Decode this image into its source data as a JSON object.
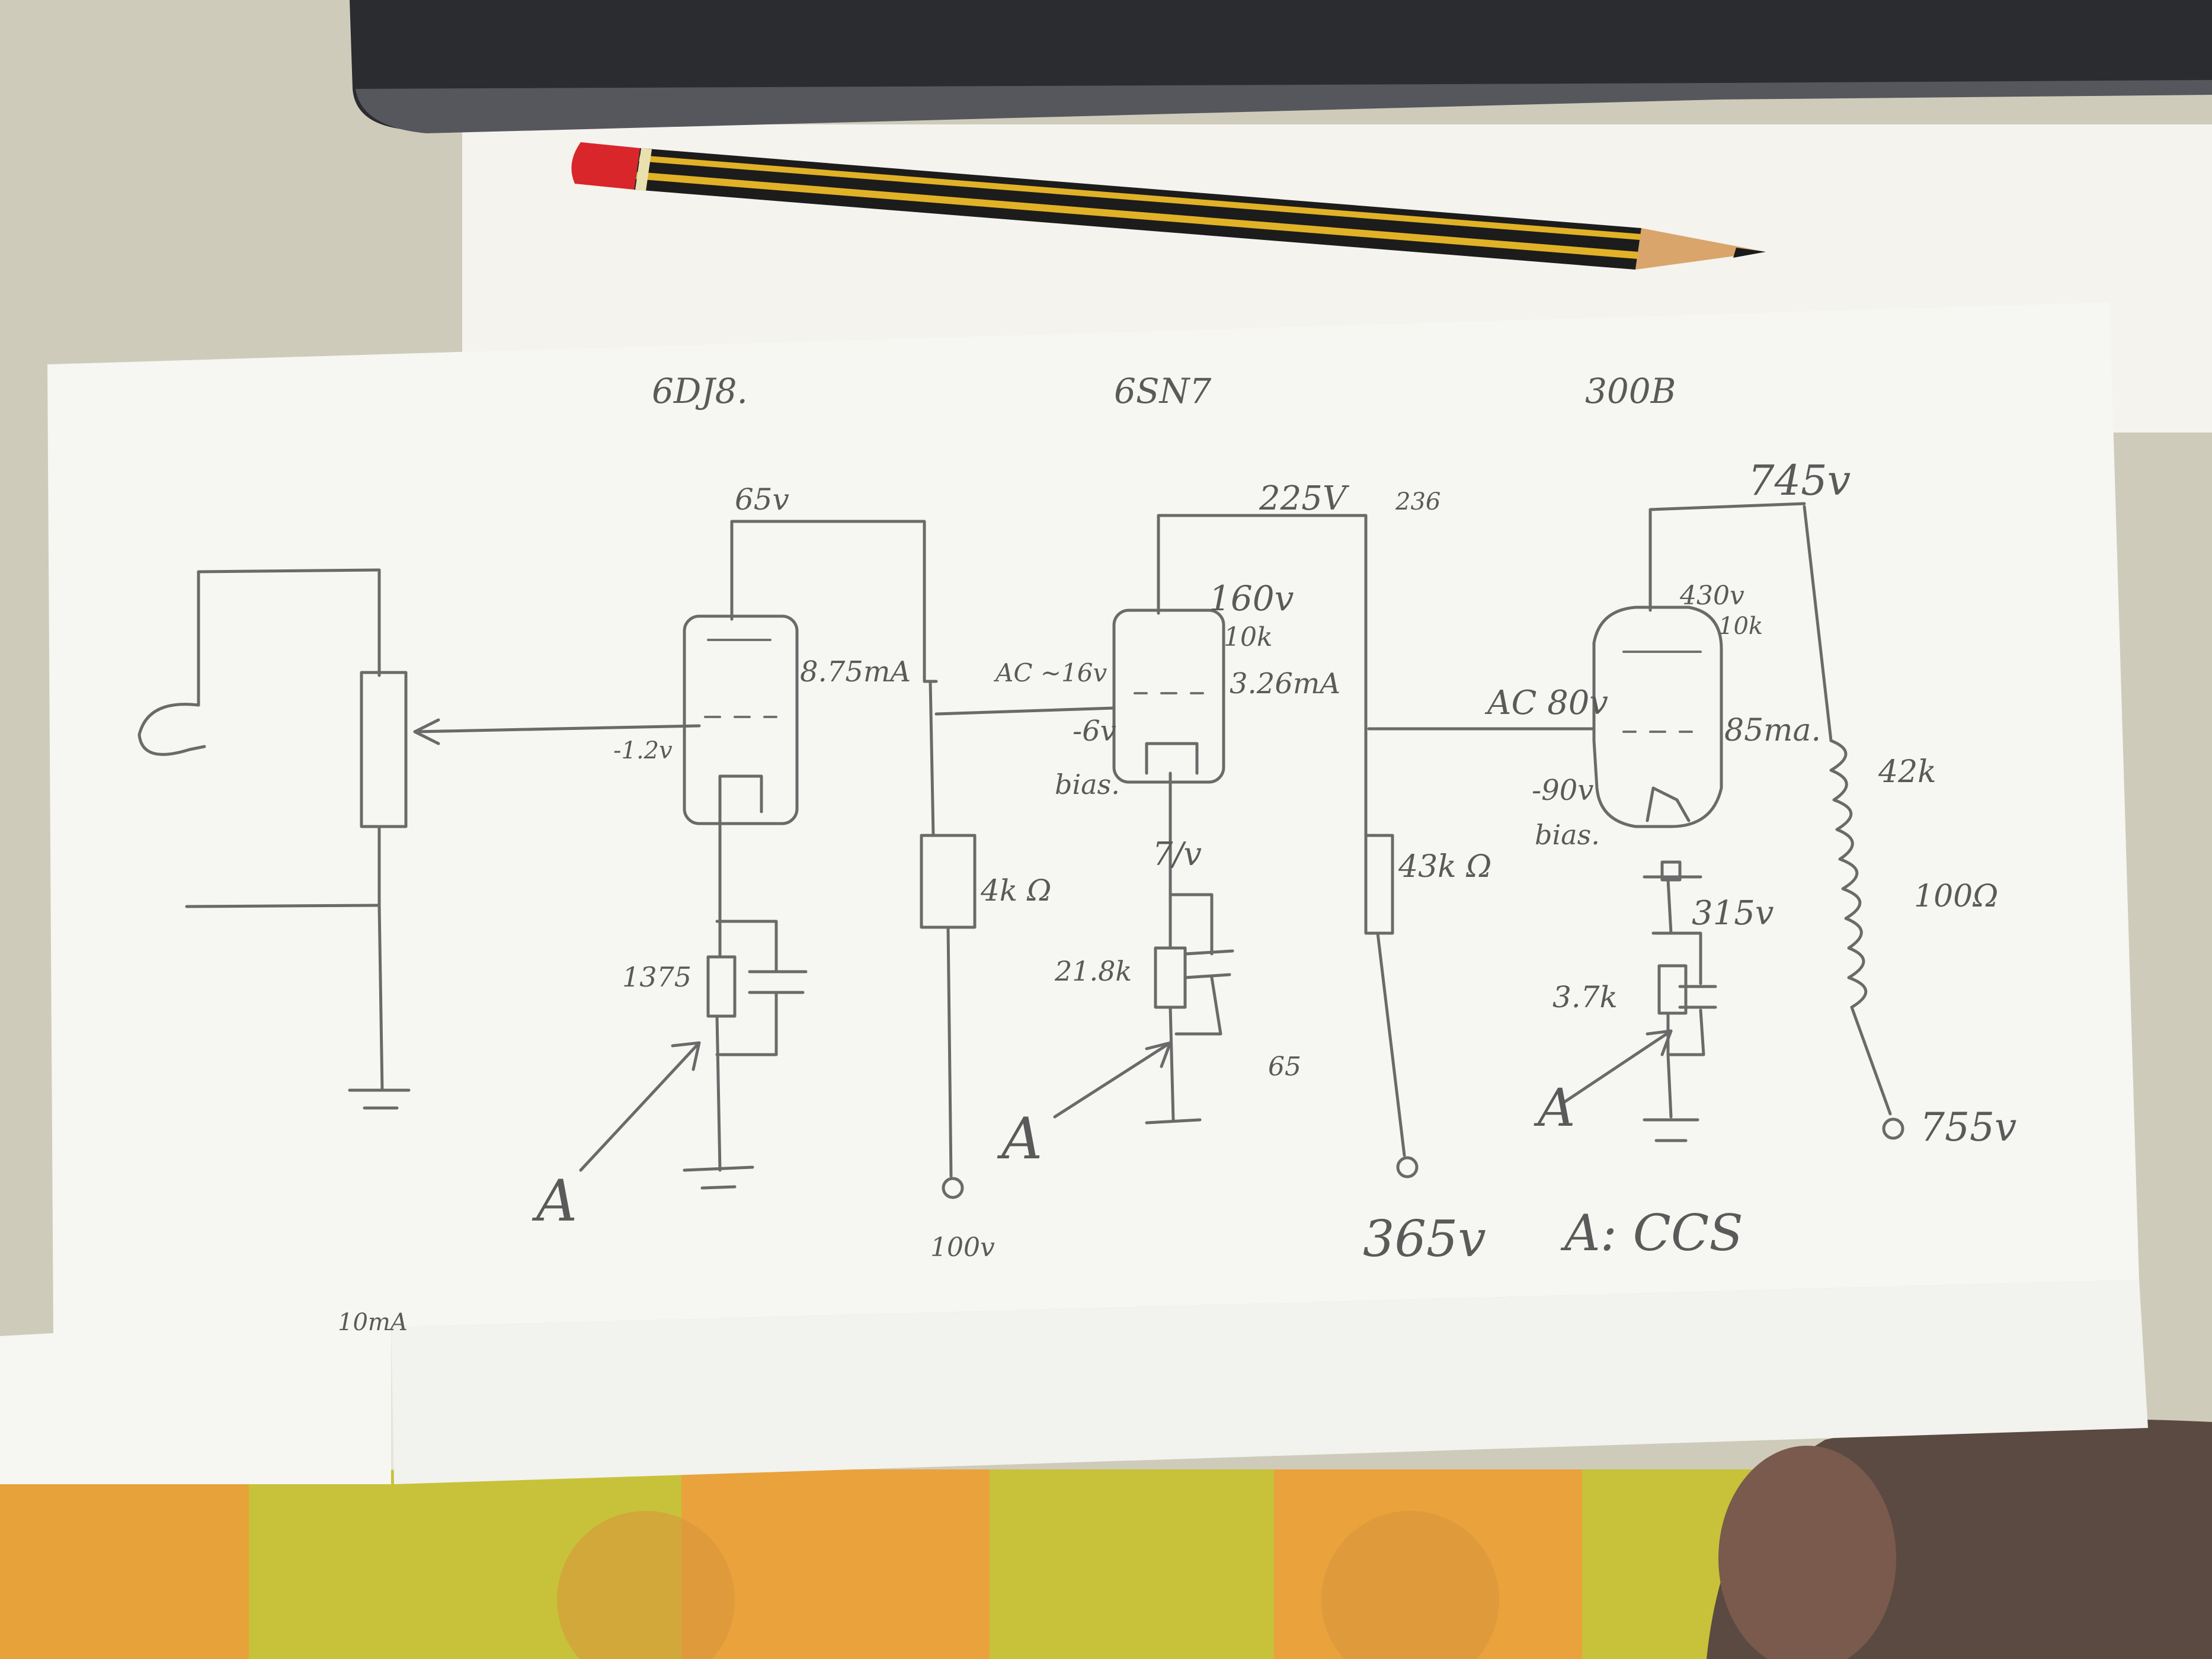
{
  "labels": {
    "tube1": "6DJ8.",
    "tube2": "6SN7",
    "tube3": "300B",
    "v65": "65v",
    "cur1": "8.75mA",
    "bias1": "-1.2v",
    "r_1375": "1375",
    "arrow_a1": "A",
    "r_4k": "4k Ω",
    "v100": "100v",
    "ac_16": "AC ~16v",
    "v225": "225V",
    "n236": "236",
    "v160": "160v",
    "r10k_1": "10k",
    "cur2": "3.26mA",
    "bias2_v": "-6v",
    "bias2": "bias.",
    "v7": "7/v",
    "r_21k": "21.8k",
    "n65": "65",
    "arrow_a2": "A",
    "v365": "365v",
    "r_43k": "43k Ω",
    "ac_80": "AC 80v",
    "v745": "745v",
    "v430": "430v",
    "r10k_2": "10k",
    "cur3": "85ma.",
    "bias3_v": "-90v",
    "bias3": "bias.",
    "v315": "315v",
    "r_37k": "3.7k",
    "arrow_a3": "A",
    "r_42k": "42k",
    "r_100": "100Ω",
    "v755": "755v",
    "note_accs": "A: CCS",
    "note_bottom": "10mA"
  }
}
